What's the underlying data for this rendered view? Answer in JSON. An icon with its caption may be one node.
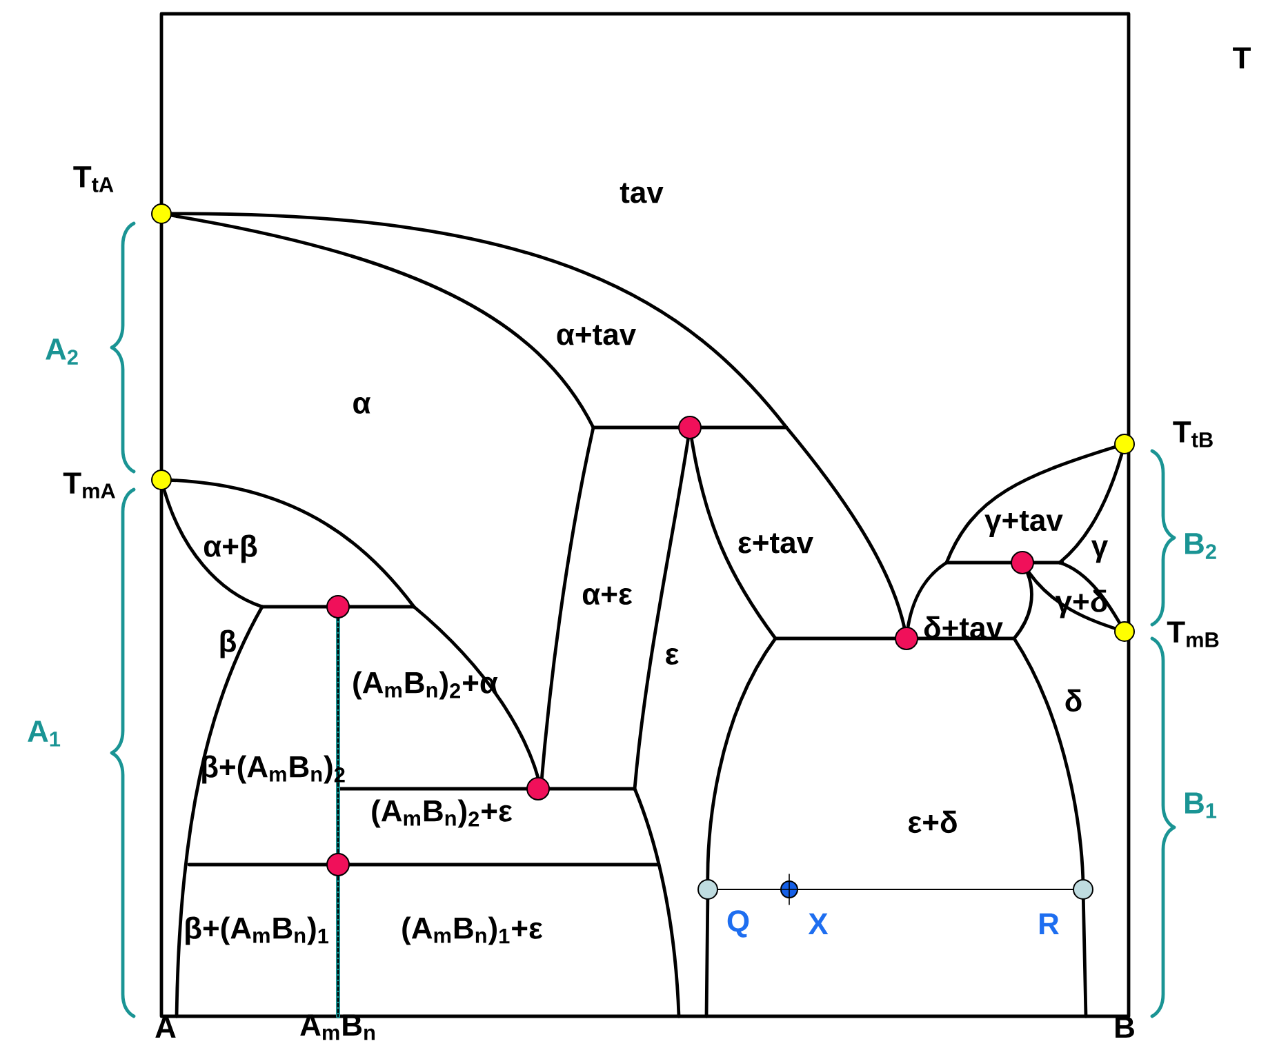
{
  "diagram": {
    "labels": [
      "T",
      "T$_{tA}$",
      "tav",
      "A$_{2}$",
      "α+tav",
      "α",
      "T$_{tB}$",
      "T$_{mA}$",
      "γ+tav",
      "α+β",
      "ε+tav",
      "γ",
      "B$_{2}$",
      "α+ε",
      "γ+δ",
      "β",
      "ε",
      "δ+tav",
      "T$_{mB}$",
      "(A$_{m}$B$_{n}$)$_{2}$+α",
      "δ",
      "A$_{1}$",
      "β+(A$_{m}$B$_{n}$)$_{2}$",
      "(A$_{m}$B$_{n}$)$_{2}$+ε",
      "ε+δ",
      "B$_{1}$",
      "β+(A$_{m}$B$_{n}$)$_{1}$",
      "(A$_{m}$B$_{n}$)$_{1}$+ε",
      "Q",
      "X",
      "R",
      "A",
      "A$_{m}$B$_{n}$",
      "B"
    ]
  }
}
